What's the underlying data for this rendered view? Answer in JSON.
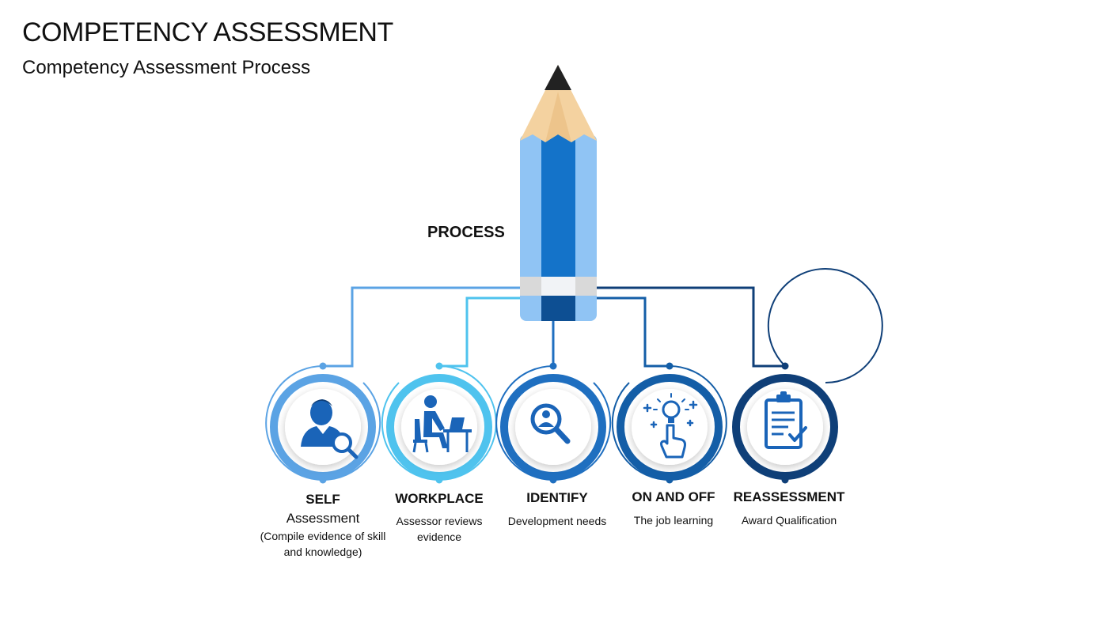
{
  "header": {
    "title": "COMPETENCY ASSESSMENT",
    "subtitle": "Competency Assessment Process"
  },
  "center": {
    "label": "PROCESS"
  },
  "colors": {
    "pencil_light": "#90c4f4",
    "pencil_mid": "#1473c9",
    "pencil_dark": "#0d4f93",
    "wood": "#f4d2a0",
    "lead": "#222222",
    "band": "#e6e6e6"
  },
  "steps": [
    {
      "heading": "SELF",
      "line1": "Assessment",
      "desc": "(Compile evidence of skill and knowledge)",
      "icon": "person-search-icon",
      "color": "#5ba3e4"
    },
    {
      "heading": "WORKPLACE",
      "line1": "",
      "desc": "Assessor reviews evidence",
      "icon": "person-desk-icon",
      "color": "#4fc3ee"
    },
    {
      "heading": "IDENTIFY",
      "line1": "",
      "desc": "Development needs",
      "icon": "magnifier-person-icon",
      "color": "#1f6fc0"
    },
    {
      "heading": "ON AND OFF",
      "line1": "",
      "desc": "The job learning",
      "icon": "idea-hand-icon",
      "color": "#145ea7"
    },
    {
      "heading": "REASSESSMENT",
      "line1": "",
      "desc": "Award Qualification",
      "icon": "clipboard-check-icon",
      "color": "#0f3f78"
    }
  ]
}
